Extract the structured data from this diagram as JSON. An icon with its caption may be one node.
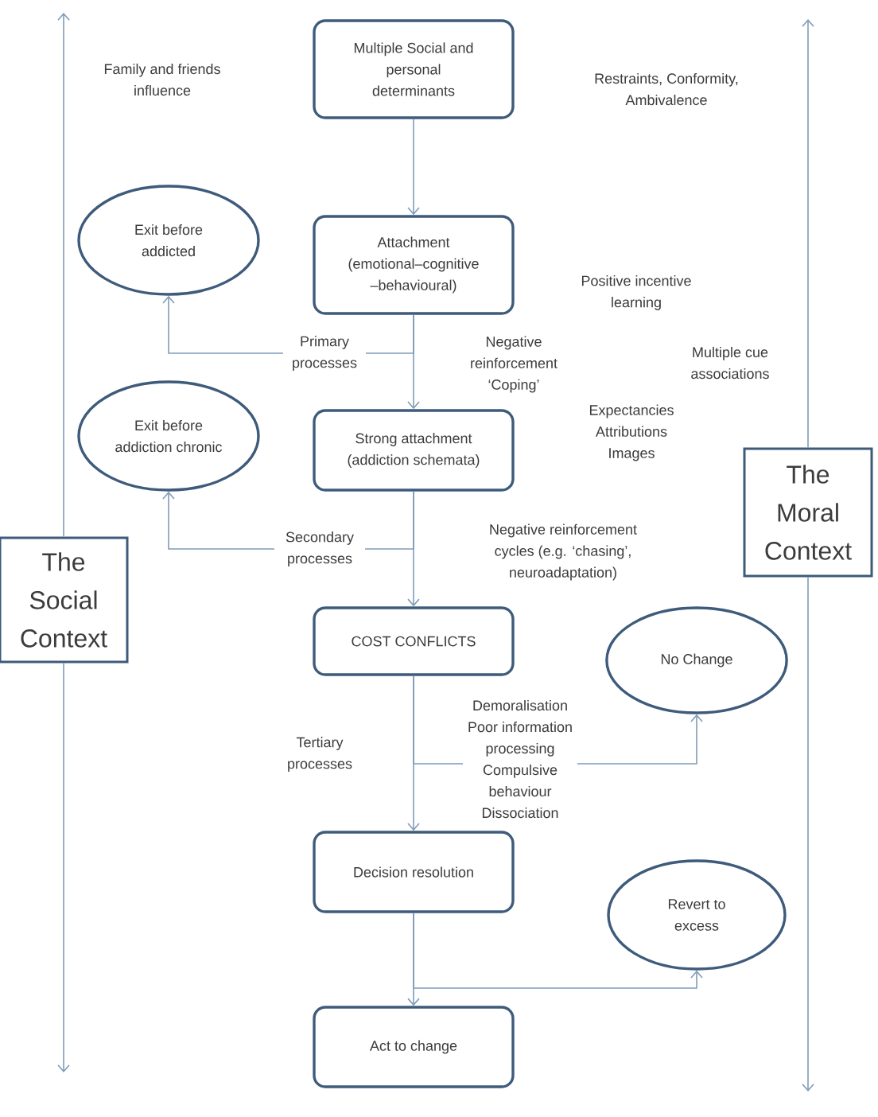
{
  "diagram": {
    "nodes": [
      {
        "text": [
          "Multiple Social and personal determinants"
        ]
      },
      {
        "text": [
          "Attachment (emotional–cognitive –behavioural)"
        ]
      },
      {
        "text": [
          "Exit before addicted"
        ]
      },
      {
        "text": [
          "Strong attachment (addiction schemata)"
        ]
      },
      {
        "text": [
          "Exit before addiction chronic"
        ]
      },
      {
        "text": [
          "COST CONFLICTS"
        ]
      },
      {
        "text": [
          "No Change"
        ]
      },
      {
        "text": [
          "Decision resolution"
        ]
      },
      {
        "text": [
          "Revert to excess"
        ]
      },
      {
        "text": [
          "Act to change"
        ]
      },
      {
        "text": [
          "The Social Context"
        ]
      },
      {
        "text": [
          "The Moral Context"
        ]
      }
    ],
    "edges": [
      {
        "from": 0,
        "to": 1,
        "arrow": "to"
      },
      {
        "from": 1,
        "to": 3,
        "arrow": "to"
      },
      {
        "from": 1,
        "to": 2,
        "arrow": "to",
        "label": "Primary processes"
      },
      {
        "from": 3,
        "to": 5,
        "arrow": "to"
      },
      {
        "from": 3,
        "to": 4,
        "arrow": "to",
        "label": "Secondary processes"
      },
      {
        "from": 5,
        "to": 7,
        "arrow": "to"
      },
      {
        "from": 5,
        "to": 6,
        "arrow": "to",
        "label": "Demoralisation Poor information processing Compulsive behaviour Dissociation"
      },
      {
        "from": 7,
        "to": 9,
        "arrow": "to"
      },
      {
        "from": 7,
        "to": 8,
        "arrow": "to"
      },
      {
        "from": 10,
        "to": null,
        "arrow": "to"
      },
      {
        "from": 10,
        "to": null,
        "arrow": "to"
      },
      {
        "from": 11,
        "to": null,
        "arrow": "to"
      },
      {
        "from": 11,
        "to": null,
        "arrow": "to"
      }
    ],
    "labels": [
      "Family and friends influence",
      "Restraints, Conformity, Ambivalence",
      "Positive incentive learning",
      "Negative reinforcement ‘Coping’",
      "Multiple cue associations",
      "Expectancies Attributions Images",
      "Negative reinforcement cycles (e.g. ‘chasing’, neuroadaptation)",
      "Tertiary processes"
    ]
  }
}
